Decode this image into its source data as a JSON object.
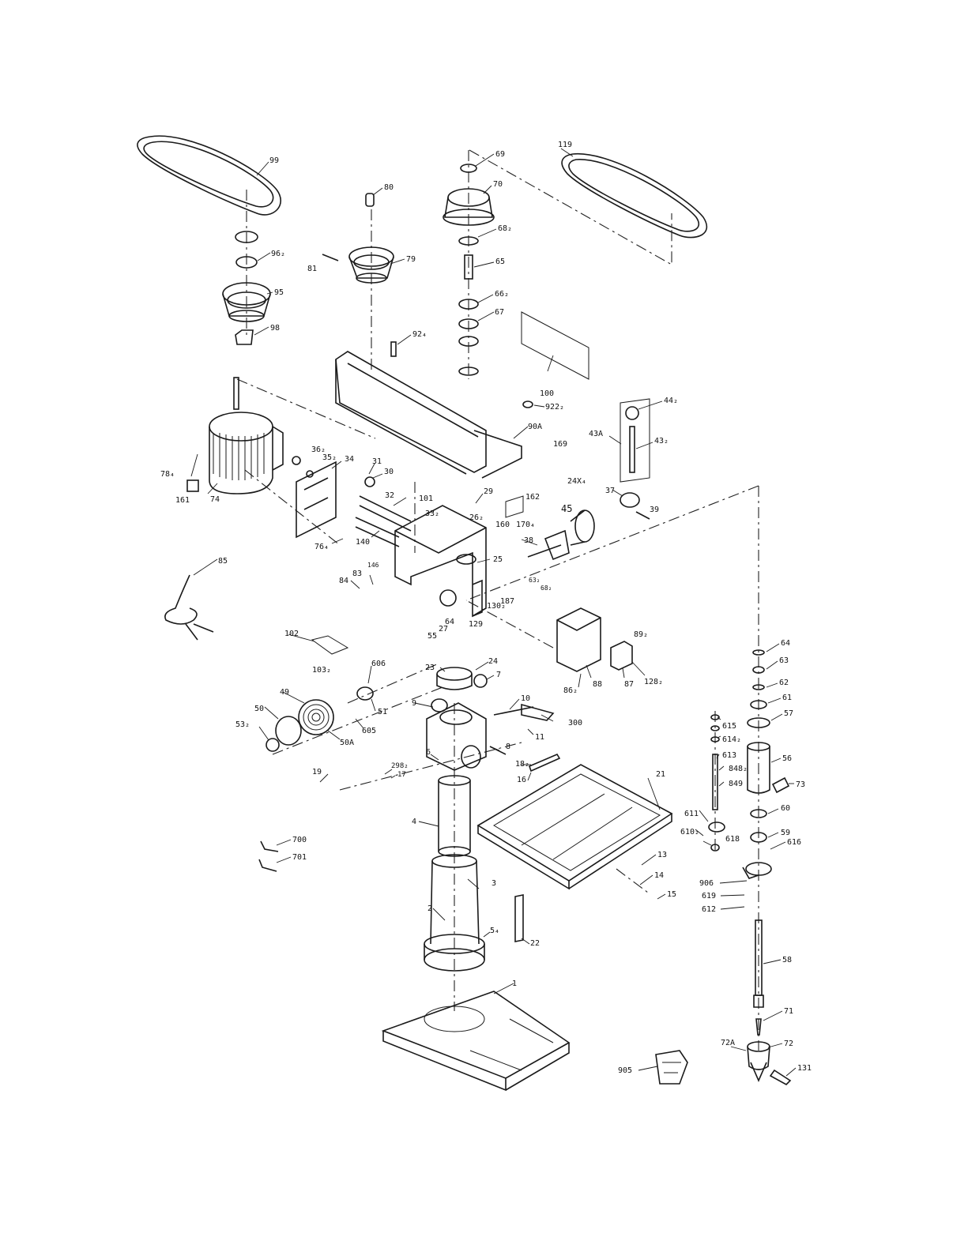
{
  "labels": [
    {
      "id": "99",
      "text": "99"
    },
    {
      "id": "96",
      "text": "96₂"
    },
    {
      "id": "95",
      "text": "95"
    },
    {
      "id": "98",
      "text": "98"
    },
    {
      "id": "80",
      "text": "80"
    },
    {
      "id": "79",
      "text": "79"
    },
    {
      "id": "81",
      "text": "81"
    },
    {
      "id": "69",
      "text": "69"
    },
    {
      "id": "70",
      "text": "70"
    },
    {
      "id": "68a",
      "text": "68₂"
    },
    {
      "id": "65",
      "text": "65"
    },
    {
      "id": "66",
      "text": "66₂"
    },
    {
      "id": "67",
      "text": "67"
    },
    {
      "id": "119",
      "text": "119"
    },
    {
      "id": "92",
      "text": "92₄"
    },
    {
      "id": "100",
      "text": "100"
    },
    {
      "id": "922",
      "text": "922₂"
    },
    {
      "id": "90A",
      "text": "90A"
    },
    {
      "id": "44",
      "text": "44₂"
    },
    {
      "id": "43A",
      "text": "43A"
    },
    {
      "id": "43",
      "text": "43₂"
    },
    {
      "id": "169",
      "text": "169"
    },
    {
      "id": "24X",
      "text": "24X₄"
    },
    {
      "id": "36",
      "text": "36₂"
    },
    {
      "id": "35",
      "text": "35₂"
    },
    {
      "id": "34",
      "text": "34"
    },
    {
      "id": "31",
      "text": "31"
    },
    {
      "id": "30",
      "text": "30"
    },
    {
      "id": "78",
      "text": "78₄"
    },
    {
      "id": "161",
      "text": "161"
    },
    {
      "id": "74",
      "text": "74"
    },
    {
      "id": "32",
      "text": "32"
    },
    {
      "id": "101",
      "text": "101"
    },
    {
      "id": "29",
      "text": "29"
    },
    {
      "id": "162",
      "text": "162"
    },
    {
      "id": "37",
      "text": "37"
    },
    {
      "id": "39",
      "text": "39"
    },
    {
      "id": "45",
      "text": "45"
    },
    {
      "id": "33",
      "text": "33₂"
    },
    {
      "id": "26",
      "text": "26₂"
    },
    {
      "id": "160",
      "text": "160"
    },
    {
      "id": "170",
      "text": "170₄"
    },
    {
      "id": "76",
      "text": "76₄"
    },
    {
      "id": "140",
      "text": "140"
    },
    {
      "id": "38",
      "text": "38"
    },
    {
      "id": "25",
      "text": "25"
    },
    {
      "id": "85",
      "text": "85"
    },
    {
      "id": "146",
      "text": "146"
    },
    {
      "id": "83",
      "text": "83"
    },
    {
      "id": "84",
      "text": "84"
    },
    {
      "id": "63b",
      "text": "63₂"
    },
    {
      "id": "68b",
      "text": "68₂"
    },
    {
      "id": "187",
      "text": "187"
    },
    {
      "id": "130",
      "text": "130₂"
    },
    {
      "id": "64a",
      "text": "64"
    },
    {
      "id": "27",
      "text": "27"
    },
    {
      "id": "55",
      "text": "55"
    },
    {
      "id": "129",
      "text": "129"
    },
    {
      "id": "89",
      "text": "89₂"
    },
    {
      "id": "102",
      "text": "102"
    },
    {
      "id": "88",
      "text": "88"
    },
    {
      "id": "87",
      "text": "87"
    },
    {
      "id": "128",
      "text": "128₂"
    },
    {
      "id": "103",
      "text": "103₂"
    },
    {
      "id": "606",
      "text": "606"
    },
    {
      "id": "23",
      "text": "23"
    },
    {
      "id": "24",
      "text": "24"
    },
    {
      "id": "7",
      "text": "7"
    },
    {
      "id": "86",
      "text": "86₂"
    },
    {
      "id": "64b",
      "text": "64"
    },
    {
      "id": "63c",
      "text": "63"
    },
    {
      "id": "62",
      "text": "62"
    },
    {
      "id": "61",
      "text": "61"
    },
    {
      "id": "57",
      "text": "57"
    },
    {
      "id": "49",
      "text": "49"
    },
    {
      "id": "50",
      "text": "50"
    },
    {
      "id": "51",
      "text": "51"
    },
    {
      "id": "9",
      "text": "9"
    },
    {
      "id": "10",
      "text": "10"
    },
    {
      "id": "300",
      "text": "300"
    },
    {
      "id": "605",
      "text": "605"
    },
    {
      "id": "50A",
      "text": "50A"
    },
    {
      "id": "11",
      "text": "11"
    },
    {
      "id": "615",
      "text": "615"
    },
    {
      "id": "614",
      "text": "614₂"
    },
    {
      "id": "613",
      "text": "613"
    },
    {
      "id": "848",
      "text": "848₂"
    },
    {
      "id": "849",
      "text": "849"
    },
    {
      "id": "56",
      "text": "56"
    },
    {
      "id": "73",
      "text": "73"
    },
    {
      "id": "53",
      "text": "53₂"
    },
    {
      "id": "6",
      "text": "6"
    },
    {
      "id": "8",
      "text": "8"
    },
    {
      "id": "18",
      "text": "18₂"
    },
    {
      "id": "21",
      "text": "21"
    },
    {
      "id": "19",
      "text": "19"
    },
    {
      "id": "298",
      "text": "298₂"
    },
    {
      "id": "17",
      "text": "17"
    },
    {
      "id": "16",
      "text": "16"
    },
    {
      "id": "611",
      "text": "611"
    },
    {
      "id": "60",
      "text": "60"
    },
    {
      "id": "4",
      "text": "4"
    },
    {
      "id": "700",
      "text": "700"
    },
    {
      "id": "610",
      "text": "610₂"
    },
    {
      "id": "618",
      "text": "618"
    },
    {
      "id": "59",
      "text": "59"
    },
    {
      "id": "616",
      "text": "616"
    },
    {
      "id": "701",
      "text": "701"
    },
    {
      "id": "13",
      "text": "13"
    },
    {
      "id": "14",
      "text": "14"
    },
    {
      "id": "906",
      "text": "906"
    },
    {
      "id": "3",
      "text": "3"
    },
    {
      "id": "15",
      "text": "15"
    },
    {
      "id": "619",
      "text": "619"
    },
    {
      "id": "612",
      "text": "612"
    },
    {
      "id": "2",
      "text": "2"
    },
    {
      "id": "54",
      "text": "5₄"
    },
    {
      "id": "22",
      "text": "22"
    },
    {
      "id": "58",
      "text": "58"
    },
    {
      "id": "1",
      "text": "1"
    },
    {
      "id": "71",
      "text": "71"
    },
    {
      "id": "72A",
      "text": "72A"
    },
    {
      "id": "72",
      "text": "72"
    },
    {
      "id": "905",
      "text": "905"
    },
    {
      "id": "131",
      "text": "131"
    }
  ]
}
